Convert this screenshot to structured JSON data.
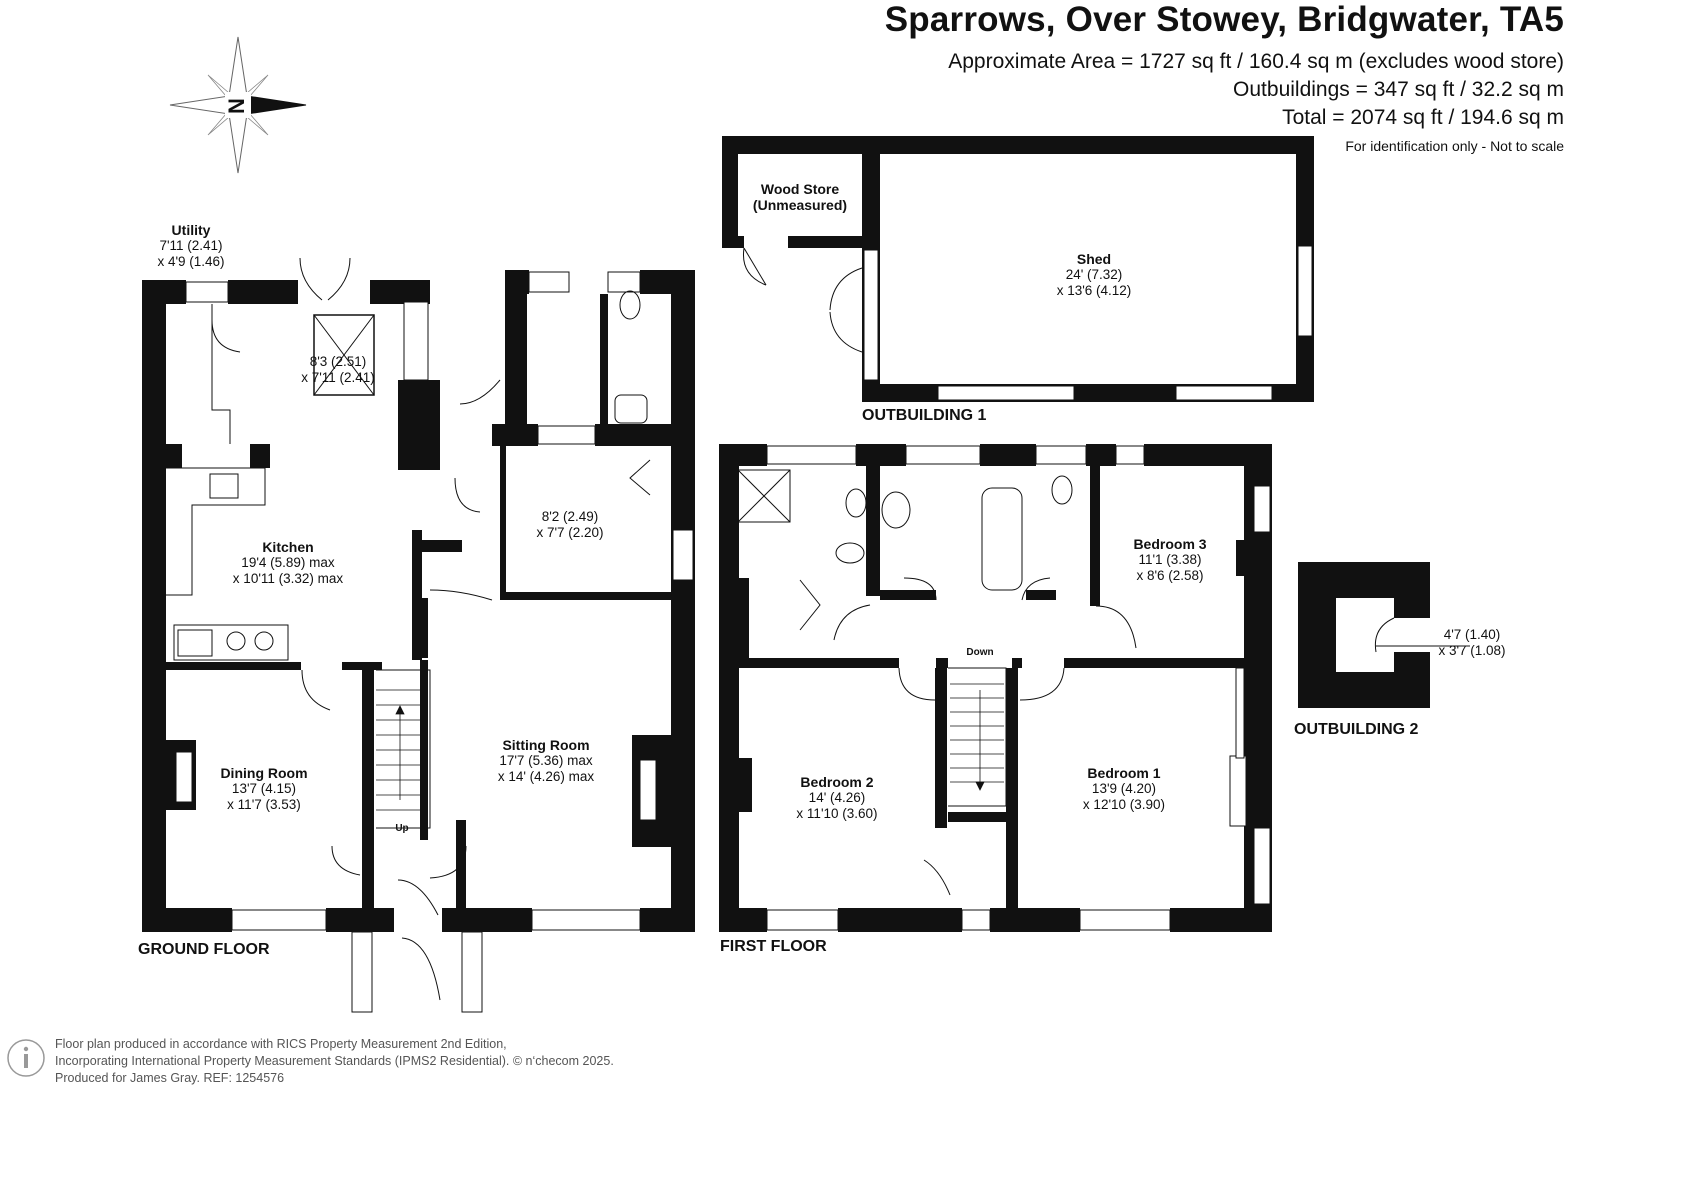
{
  "header": {
    "title": "Sparrows, Over Stowey, Bridgwater, TA5",
    "approx_area": "Approximate Area = 1727 sq ft / 160.4 sq m (excludes wood store)",
    "outbuildings": "Outbuildings = 347 sq ft / 32.2 sq m",
    "total": "Total = 2074 sq ft / 194.6 sq m",
    "note": "For identification only - Not to scale"
  },
  "compass": {
    "letter": "N",
    "icon": "compass-rose-icon"
  },
  "floors": {
    "ground": "GROUND FLOOR",
    "first": "FIRST FLOOR",
    "outbuilding1": "OUTBUILDING 1",
    "outbuilding2": "OUTBUILDING 2"
  },
  "rooms": {
    "utility": {
      "name": "Utility",
      "dim1": "7'11 (2.41)",
      "dim2": "x 4'9 (1.46)"
    },
    "conservatory": {
      "dim1": "8'3 (2.51)",
      "dim2": "x 7'11 (2.41)"
    },
    "kitchen": {
      "name": "Kitchen",
      "dim1": "19'4 (5.89) max",
      "dim2": "x 10'11 (3.32) max"
    },
    "study": {
      "dim1": "8'2 (2.49)",
      "dim2": "x 7'7 (2.20)"
    },
    "dining": {
      "name": "Dining Room",
      "dim1": "13'7 (4.15)",
      "dim2": "x 11'7 (3.53)"
    },
    "sitting": {
      "name": "Sitting Room",
      "dim1": "17'7 (5.36) max",
      "dim2": "x 14' (4.26) max"
    },
    "wood_store": {
      "name1": "Wood Store",
      "name2": "(Unmeasured)"
    },
    "shed": {
      "name": "Shed",
      "dim1": "24' (7.32)",
      "dim2": "x 13'6 (4.12)"
    },
    "bedroom3": {
      "name": "Bedroom 3",
      "dim1": "11'1 (3.38)",
      "dim2": "x 8'6 (2.58)"
    },
    "bedroom2": {
      "name": "Bedroom 2",
      "dim1": "14' (4.26)",
      "dim2": "x 11'10 (3.60)"
    },
    "bedroom1": {
      "name": "Bedroom 1",
      "dim1": "13'9 (4.20)",
      "dim2": "x 12'10 (3.90)"
    },
    "outbuilding2": {
      "dim1": "4'7 (1.40)",
      "dim2": "x 3'7 (1.08)"
    }
  },
  "stairs": {
    "up": "Up",
    "down": "Down"
  },
  "footer": {
    "line1": "Floor plan produced in accordance with RICS Property Measurement 2nd Edition,",
    "line2": "Incorporating International Property Measurement Standards (IPMS2 Residential).  © n‘checom 2025.",
    "line3": "Produced for James Gray.   REF: 1254576",
    "icon": "info-icon"
  }
}
